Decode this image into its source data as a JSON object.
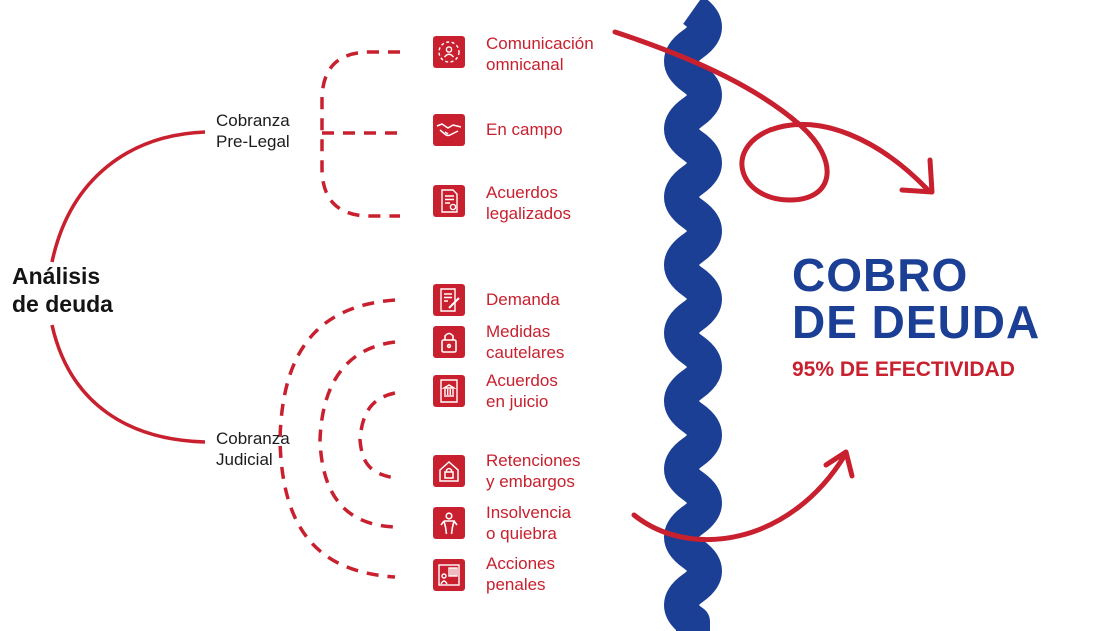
{
  "root": {
    "line1": "Análisis",
    "line2": "de deuda"
  },
  "pre_legal": {
    "line1": "Cobranza",
    "line2": "Pre-Legal",
    "items": [
      {
        "line1": "Comunicación",
        "line2": "omnicanal",
        "icon": "people-network-icon"
      },
      {
        "line1": "En campo",
        "line2": "",
        "icon": "handshake-icon"
      },
      {
        "line1": "Acuerdos",
        "line2": "legalizados",
        "icon": "signed-document-icon"
      }
    ]
  },
  "judicial": {
    "line1": "Cobranza",
    "line2": "Judicial",
    "items": [
      {
        "line1": "Demanda",
        "line2": "",
        "icon": "lawsuit-document-icon"
      },
      {
        "line1": "Medidas",
        "line2": "cautelares",
        "icon": "padlock-icon"
      },
      {
        "line1": "Acuerdos",
        "line2": "en juicio",
        "icon": "courthouse-document-icon"
      },
      {
        "line1": "Retenciones",
        "line2": "y embargos",
        "icon": "house-lock-icon"
      },
      {
        "line1": "Insolvencia",
        "line2": "o quiebra",
        "icon": "person-icon"
      },
      {
        "line1": "Acciones",
        "line2": "penales",
        "icon": "prison-icon"
      }
    ]
  },
  "result": {
    "line1": "COBRO",
    "line2": "DE DEUDA",
    "subtitle": "95% DE EFECTIVIDAD"
  },
  "colors": {
    "red": "#c8202e",
    "blue": "#1b3f95",
    "dark": "#141414"
  }
}
